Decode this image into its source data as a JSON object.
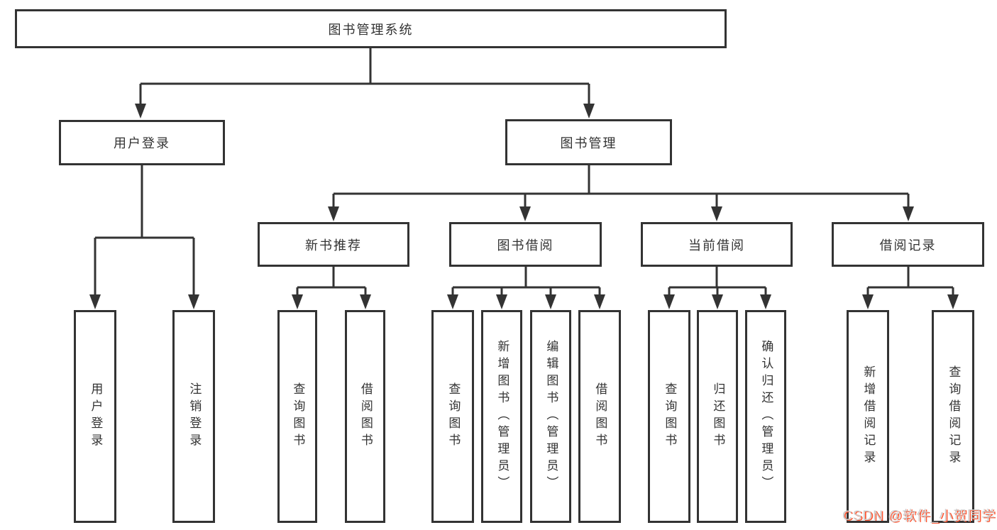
{
  "diagram_type": "functional-structure-tree",
  "colors": {
    "line": "#333333",
    "box_border": "#333333",
    "box_background": "#ffffff",
    "text": "#333333",
    "watermark_text": "#cccccc",
    "watermark_shadow": "#fc5531"
  },
  "tree": {
    "root": {
      "label": "图书管理系统",
      "children": [
        {
          "label": "用户登录",
          "children": [
            {
              "label": "用户登录"
            },
            {
              "label": "注销登录"
            }
          ]
        },
        {
          "label": "图书管理",
          "children": [
            {
              "label": "新书推荐",
              "children": [
                {
                  "label": "查询图书"
                },
                {
                  "label": "借阅图书"
                }
              ]
            },
            {
              "label": "图书借阅",
              "children": [
                {
                  "label": "查询图书"
                },
                {
                  "label": "新增图书（管理员）"
                },
                {
                  "label": "编辑图书（管理员）"
                },
                {
                  "label": "借阅图书"
                }
              ]
            },
            {
              "label": "当前借阅",
              "children": [
                {
                  "label": "查询图书"
                },
                {
                  "label": "归还图书"
                },
                {
                  "label": "确认归还（管理员）"
                }
              ]
            },
            {
              "label": "借阅记录",
              "children": [
                {
                  "label": "新增借阅记录"
                },
                {
                  "label": "查询借阅记录"
                }
              ]
            }
          ]
        }
      ]
    }
  },
  "watermark": {
    "text": "CSDN @软件_小贺同学"
  }
}
